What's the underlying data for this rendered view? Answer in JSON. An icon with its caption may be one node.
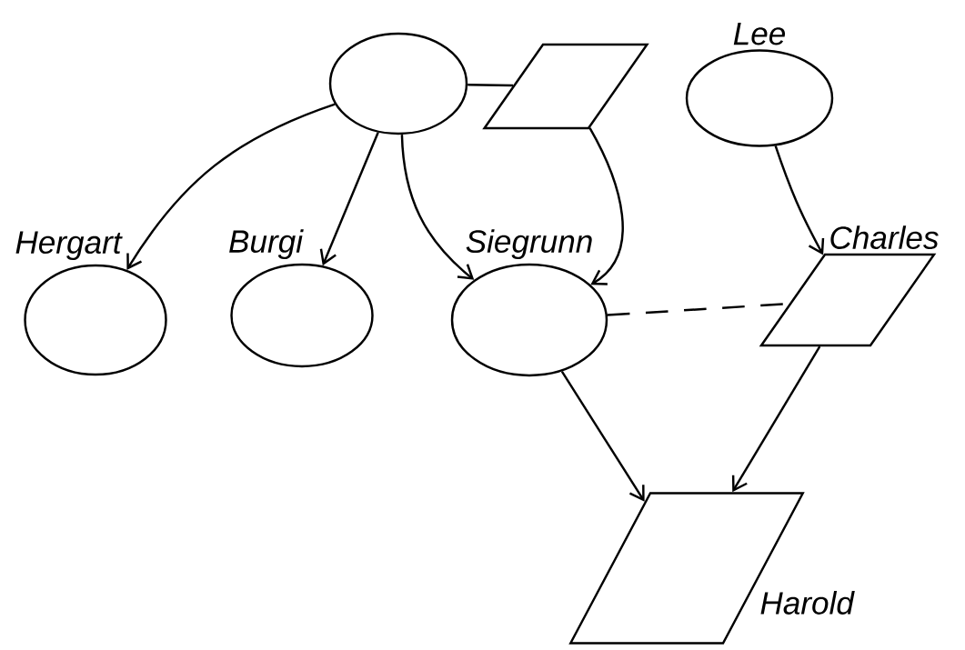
{
  "diagram": {
    "nodes": [
      {
        "text": [],
        "shape": "circle"
      },
      {
        "text": [],
        "shape": "parallelogram"
      },
      {
        "text": [
          "Lee"
        ]
      },
      {
        "text": [
          "Hergart"
        ]
      },
      {
        "text": [
          "Burgi"
        ]
      },
      {
        "text": [
          "Siegrunn"
        ]
      },
      {
        "text": [
          "Charles"
        ]
      },
      {
        "text": [],
        "shape": "parallelogram",
        "beside": [
          "Harold"
        ]
      }
    ],
    "edges": [
      {
        "from": 0,
        "to": 1,
        "arrow": "none"
      },
      {
        "from": 0,
        "to": 3,
        "arrow": "to"
      },
      {
        "from": 0,
        "to": 4,
        "arrow": "to"
      },
      {
        "from": 0,
        "to": 5,
        "arrow": "to"
      },
      {
        "from": 1,
        "to": 5,
        "arrow": "to"
      },
      {
        "from": 2,
        "to": 6,
        "arrow": "to"
      },
      {
        "from": 5,
        "to": 6,
        "arrow": "none",
        "style": "dashed"
      },
      {
        "from": 5,
        "to": 7,
        "arrow": "to"
      },
      {
        "from": 6,
        "to": 7,
        "arrow": "to"
      }
    ]
  }
}
